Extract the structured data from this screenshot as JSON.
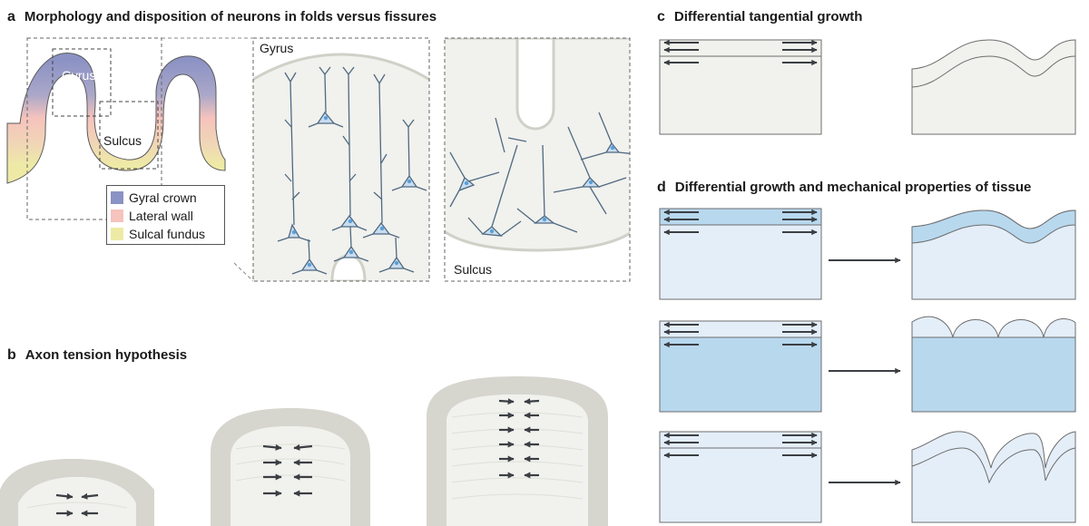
{
  "panels": {
    "a": {
      "letter": "a",
      "title": "Morphology and disposition of neurons in folds versus fissures",
      "label_gyrus": "Gyrus",
      "label_sulcus": "Sulcus",
      "zoom_gyrus_label": "Gyrus",
      "zoom_sulcus_label": "Sulcus"
    },
    "b": {
      "letter": "b",
      "title": "Axon tension hypothesis"
    },
    "c": {
      "letter": "c",
      "title": "Differential tangential growth"
    },
    "d": {
      "letter": "d",
      "title": "Differential growth and mechanical properties of tissue"
    }
  },
  "legend": [
    {
      "label": "Gyral crown",
      "color": "#8b92c4"
    },
    {
      "label": "Lateral wall",
      "color": "#f6c3bd"
    },
    {
      "label": "Sulcal fundus",
      "color": "#eeeaa6"
    }
  ],
  "colors": {
    "tissue": "#f1f1ed",
    "tissue_outline": "#6d6d6d",
    "cortex_grey": "#d6d6cf",
    "neuron_fill": "#c9dcef",
    "neuron_stroke": "#4f6a82",
    "nucleus": "#5aa0d8",
    "arrow": "#3b3f44",
    "blue_light": "#e4eef9",
    "blue_mid": "#b8d8ee"
  }
}
